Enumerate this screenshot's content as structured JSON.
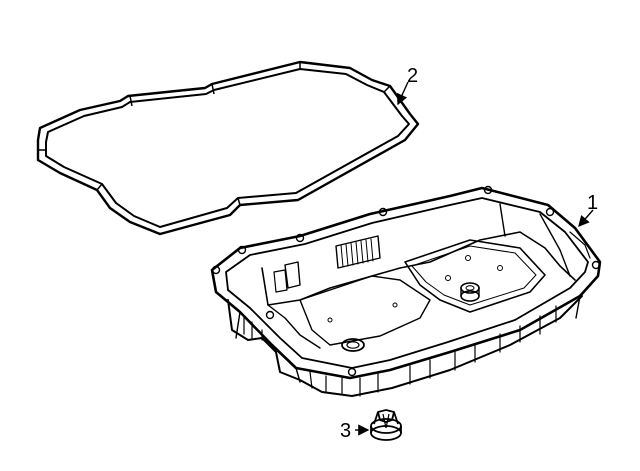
{
  "callouts": {
    "c1": "1",
    "c2": "2",
    "c3": "3"
  },
  "parts": [
    {
      "name": "transmission-pan-icon"
    },
    {
      "name": "pan-gasket-icon"
    },
    {
      "name": "drain-plug-icon"
    }
  ],
  "colors": {
    "line": "#000000",
    "background": "#ffffff"
  }
}
